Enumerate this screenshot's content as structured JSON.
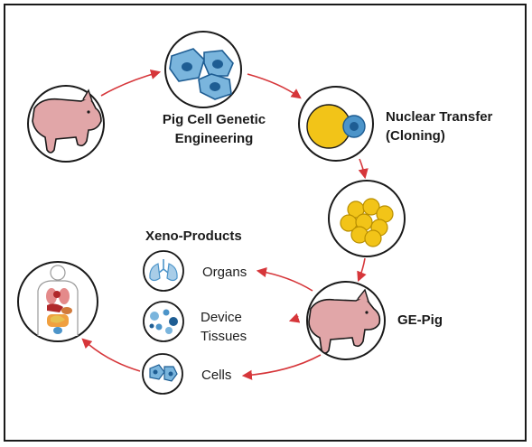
{
  "labels": {
    "step1_line1": "Pig Cell Genetic",
    "step1_line2": "Engineering",
    "step2_line1": "Nuclear Transfer",
    "step2_line2": "(Cloning)",
    "ge_pig": "GE-Pig",
    "xeno_title": "Xeno-Products",
    "organs": "Organs",
    "device_line1": "Device",
    "device_line2": "Tissues",
    "cells": "Cells"
  },
  "icons": {
    "source_pig": "pig-icon",
    "cells": "cell-cluster-icon",
    "nuclear_transfer": "nuclear-transfer-icon",
    "embryo": "embryo-icon",
    "ge_pig": "pig-icon",
    "organs": "lungs-icon",
    "device_tissues": "tissue-icon",
    "cells_product": "cells-icon",
    "human": "human-body-icon"
  },
  "colors": {
    "arrow": "#d6363a",
    "pig": "#e1a6a8",
    "cell_fill": "#4c94c9",
    "cell_dark": "#1e5d93",
    "yolk": "#f2c418",
    "outline": "#1a1a1a"
  }
}
